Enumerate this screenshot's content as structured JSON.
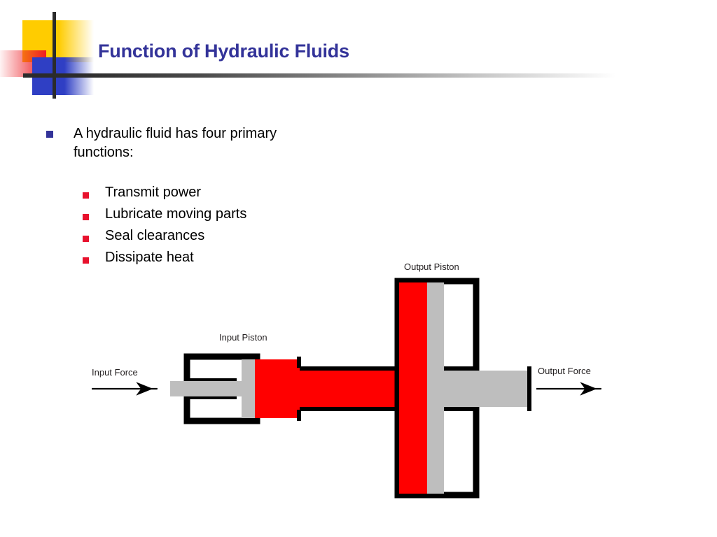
{
  "slide": {
    "title": "Function of Hydraulic Fluids",
    "accent_blue": "#333399",
    "accent_red": "#E8112D",
    "background": "#ffffff"
  },
  "logo": {
    "yellow": "#FFCC00",
    "blue": "#2F3FC4",
    "red": "#ED1C24",
    "line": "#2b2b2b"
  },
  "bullets": {
    "lead": "A hydraulic fluid has four primary functions:",
    "items": [
      {
        "label": "Transmit power"
      },
      {
        "label": "Lubricate moving parts"
      },
      {
        "label": "Seal clearances"
      },
      {
        "label": "Dissipate heat"
      }
    ]
  },
  "diagram": {
    "labels": {
      "input_piston": "Input Piston",
      "output_piston": "Output Piston",
      "input_force": "Input Force",
      "output_force": "Output Force"
    },
    "colors": {
      "fluid": "#FF0000",
      "piston": "#BEBEBE",
      "outline": "#000000",
      "air": "#FFFFFF"
    }
  }
}
